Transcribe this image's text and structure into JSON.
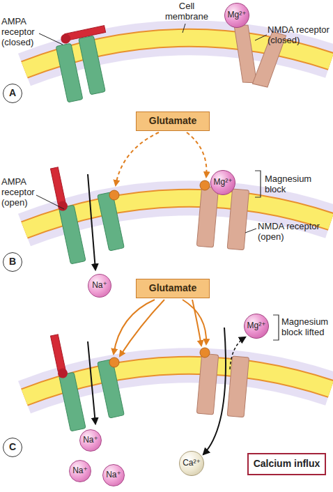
{
  "diagram": {
    "nodes": [
      {
        "text": [
          "Mg²⁺"
        ]
      },
      {
        "text": [
          "A"
        ]
      },
      {
        "text": [
          "Glutamate"
        ]
      },
      {
        "text": [
          "Mg²⁺"
        ]
      },
      {
        "text": [
          "Na⁺"
        ]
      },
      {
        "text": [
          "B"
        ]
      },
      {
        "text": [
          "Glutamate"
        ]
      },
      {
        "text": [
          "Mg²⁺"
        ]
      },
      {
        "text": [
          "Na⁺"
        ]
      },
      {
        "text": [
          "Na⁺"
        ]
      },
      {
        "text": [
          "Na⁺"
        ]
      },
      {
        "text": [
          "Ca²⁺"
        ]
      },
      {
        "text": [
          "Calcium influx"
        ]
      },
      {
        "text": [
          "C"
        ]
      }
    ],
    "labels": [
      "AMPA receptor (closed)",
      "Cell membrane",
      "NMDA receptor (closed)",
      "AMPA receptor (open)",
      "Magnesium block",
      "NMDA receptor (open)",
      "Magnesium block lifted"
    ]
  }
}
